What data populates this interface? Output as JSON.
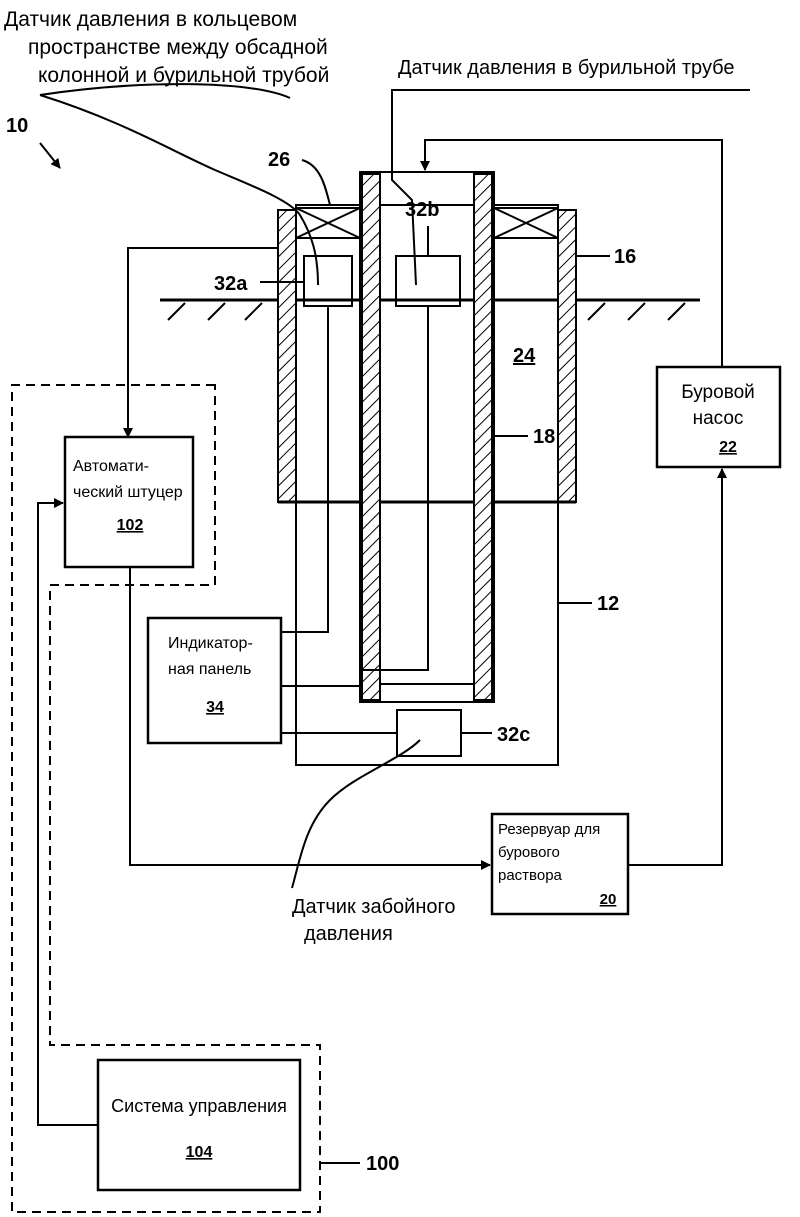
{
  "labels": {
    "annular_sensor_line1": "Датчик давления в кольцевом",
    "annular_sensor_line2": "пространстве между обсадной",
    "annular_sensor_line3": "колонной и бурильной трубой",
    "drillpipe_sensor": "Датчик давления в бурильной трубе",
    "system_ref": "10",
    "ref_26": "26",
    "ref_32a": "32a",
    "ref_32b": "32b",
    "ref_32c": "32c",
    "ref_16": "16",
    "ref_24": "24",
    "ref_18": "18",
    "ref_12": "12",
    "ref_100": "100",
    "bottomhole_sensor_line1": "Датчик забойного",
    "bottomhole_sensor_line2": "давления"
  },
  "boxes": {
    "choke": {
      "line1": "Автомати-",
      "line2": "ческий штуцер",
      "ref": "102"
    },
    "panel": {
      "line1": "Индикатор-",
      "line2": "ная панель",
      "ref": "34"
    },
    "pump": {
      "line1": "Буровой",
      "line2": "насос",
      "ref": "22"
    },
    "tank": {
      "line1": "Резервуар для",
      "line2": "бурового",
      "line3": "раствора",
      "ref": "20"
    },
    "control": {
      "line1": "Система управления",
      "ref": "104"
    }
  }
}
